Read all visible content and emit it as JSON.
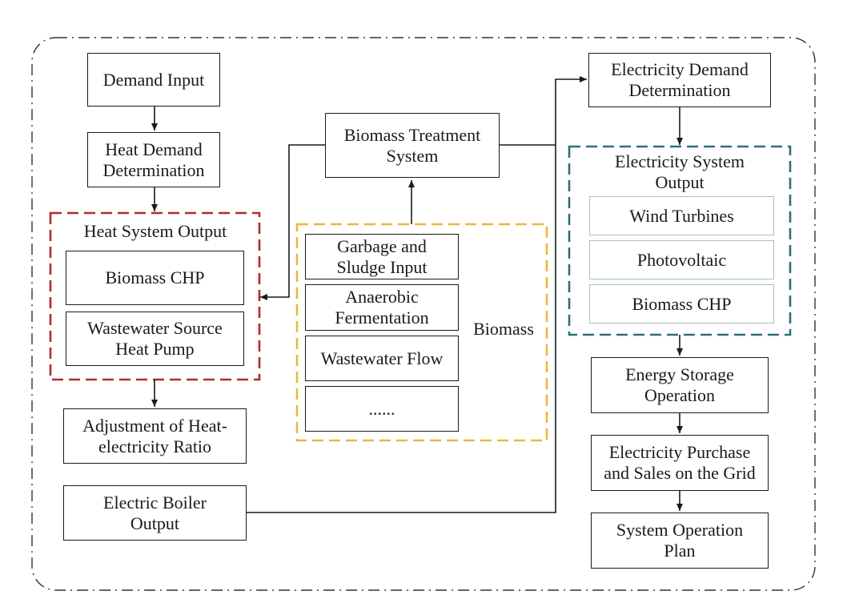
{
  "left_column": {
    "demand_input": "Demand Input",
    "heat_demand": "Heat Demand\nDetermination",
    "heat_system_title": "Heat System Output",
    "biomass_chp": "Biomass CHP",
    "wastewater_pump": "Wastewater Source\nHeat Pump",
    "adjustment": "Adjustment of Heat-\nelectricity Ratio",
    "electric_boiler": "Electric Boiler\nOutput"
  },
  "middle_column": {
    "treatment_system": "Biomass Treatment\nSystem",
    "garbage_input": "Garbage and\nSludge Input",
    "anaerobic": "Anaerobic\nFermentation",
    "wastewater_flow": "Wastewater Flow",
    "ellipsis": "......",
    "biomass_label": "Biomass"
  },
  "right_column": {
    "electricity_demand": "Electricity Demand\nDetermination",
    "electricity_system_title": "Electricity System\nOutput",
    "wind_turbines": "Wind Turbines",
    "photovoltaic": "Photovoltaic",
    "biomass_chp": "Biomass CHP",
    "energy_storage": "Energy Storage\nOperation",
    "grid_trade": "Electricity Purchase\nand Sales on the Grid",
    "operation_plan": "System Operation\nPlan"
  },
  "colors": {
    "heat_group": "#b52a2a",
    "biomass_group": "#f0b63a",
    "electricity_group": "#2f6f78",
    "outer_border": "#333333"
  }
}
